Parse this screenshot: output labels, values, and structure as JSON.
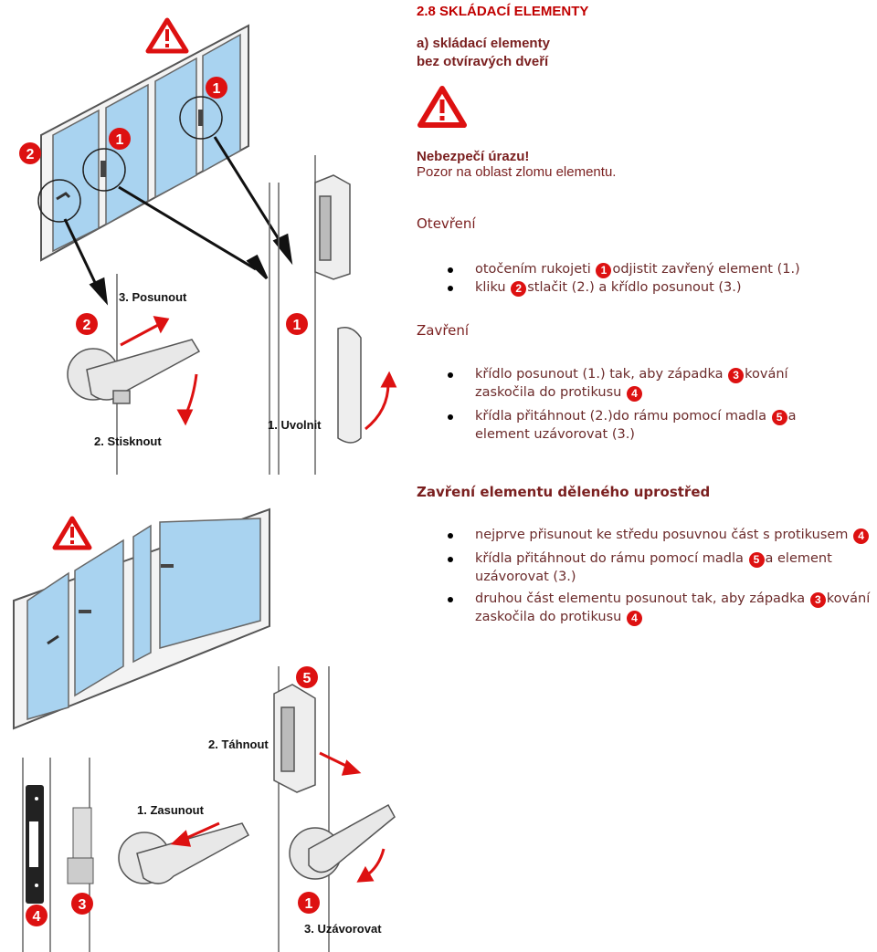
{
  "doc": {
    "heading": "2.8 SKLÁDACÍ ELEMENTY",
    "subheading_line1": "a) skládací elementy",
    "subheading_line2": "bez otvíravých dveří",
    "warning_title": "Nebezpečí úrazu!",
    "warning_text": "Pozor na oblast zlomu elementu.",
    "opening": {
      "title": "Otevření",
      "item1_a": "otočením rukojeti ",
      "item1_num": "1",
      "item1_b": "odjistit zavřený element (1.)",
      "item2_a": "kliku ",
      "item2_num": "2",
      "item2_b": "stlačit (2.) a křídlo posunout (3.)"
    },
    "closing": {
      "title": "Zavření",
      "item1_a": "křídlo posunout (1.) tak, aby západka ",
      "item1_num": "3",
      "item1_b": "kování zaskočila do protikusu ",
      "item1_num2": "4",
      "item2_a": "křídla přitáhnout (2.)do rámu pomocí madla ",
      "item2_num": "5",
      "item2_b": "a element uzávorovat (3.)"
    },
    "closing_mid": {
      "title": "Zavření elementu děleného uprostřed",
      "item1_a": "nejprve přisunout ke středu posuvnou část s protikusem ",
      "item1_num": "4",
      "item2_a": "křídla přitáhnout do rámu pomocí madla ",
      "item2_num": "5",
      "item2_b": "a element uzávorovat (3.)",
      "item3_a": "druhou část elementu posunout tak, aby západka ",
      "item3_num": "3",
      "item3_b": "kování zaskočila do protikusu ",
      "item3_num2": "4"
    }
  },
  "illustration_top": {
    "labels": {
      "posunout": "3. Posunout",
      "stisknout": "2. Stisknout",
      "uvolnit": "1. Uvolnit",
      "num_1": "1",
      "num_2": "2"
    }
  },
  "illustration_bottom": {
    "labels": {
      "tahnout": "2. Táhnout",
      "zasunout": "1. Zasunout",
      "uzavorovat": "3. Uzávorovat",
      "num_1": "1",
      "num_3": "3",
      "num_4": "4",
      "num_5": "5"
    }
  },
  "colors": {
    "accent_red": "#d11111",
    "heading_red": "#c00000",
    "text_brown": "#7a1f1f",
    "glass_blue": "#a9d3f0"
  }
}
